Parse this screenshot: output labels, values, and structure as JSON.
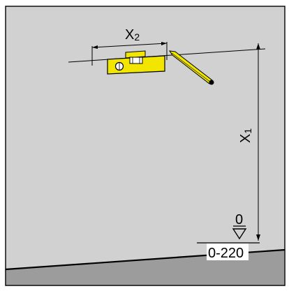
{
  "diagram": {
    "labels": {
      "x2_main": "X",
      "x2_sub": "2",
      "x1_main": "X",
      "x1_sub": "1",
      "zero_mark": "0",
      "height_range": "0-220"
    },
    "colors": {
      "wall": "#d1d1d1",
      "floor": "#9c9c9c",
      "level_body": "#f2e600",
      "pencil": "#f2e600",
      "line": "#000000",
      "frame_background": "#ffffff"
    },
    "icons": {
      "level": "spirit-level-icon",
      "pencil": "pencil-icon",
      "reference": "triangle-down-icon"
    }
  }
}
